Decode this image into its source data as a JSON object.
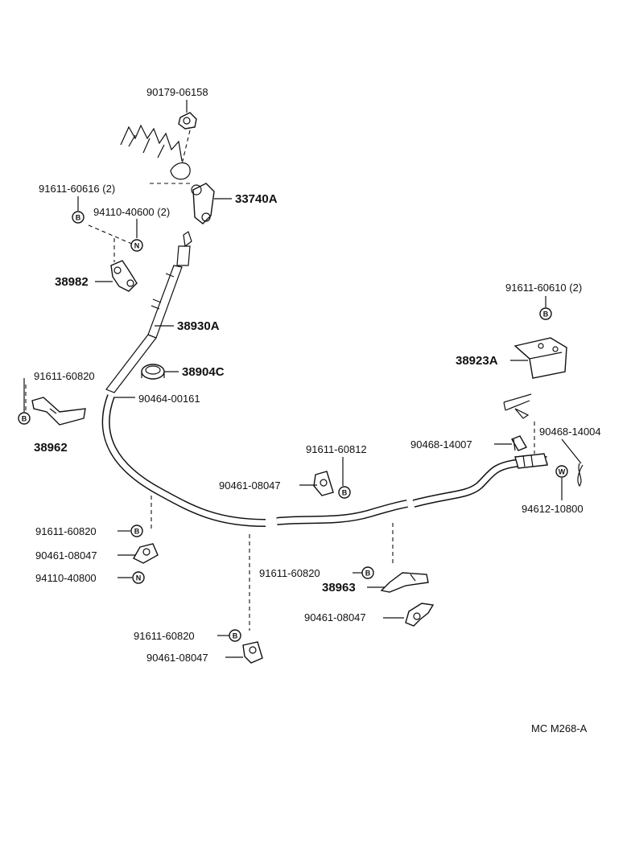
{
  "diagram": {
    "parts": {
      "p90179": "90179-06158",
      "p91611_616": "91611-60616 (2)",
      "p33740A": "33740A",
      "p94110_600": "94110-40600 (2)",
      "p38982": "38982",
      "p38930A": "38930A",
      "p38904C": "38904C",
      "p91611_820_left": "91611-60820",
      "p90464": "90464-00161",
      "p38962": "38962",
      "p91611_610": "91611-60610 (2)",
      "p38923A": "38923A",
      "p91611_812": "91611-60812",
      "p90461_mid": "90461-08047",
      "p90468_14007": "90468-14007",
      "p90468_14004": "90468-14004",
      "p94612": "94612-10800",
      "p91611_820_a": "91611-60820",
      "p90461_a": "90461-08047",
      "p94110_800": "94110-40800",
      "p91611_820_b": "91611-60820",
      "p38963": "38963",
      "p90461_b": "90461-08047",
      "p91611_820_c": "91611-60820",
      "p90461_c": "90461-08047"
    },
    "symbols": {
      "bolt": "B",
      "nut": "N",
      "washer": "W"
    },
    "footer_code": "MC M268-A"
  }
}
